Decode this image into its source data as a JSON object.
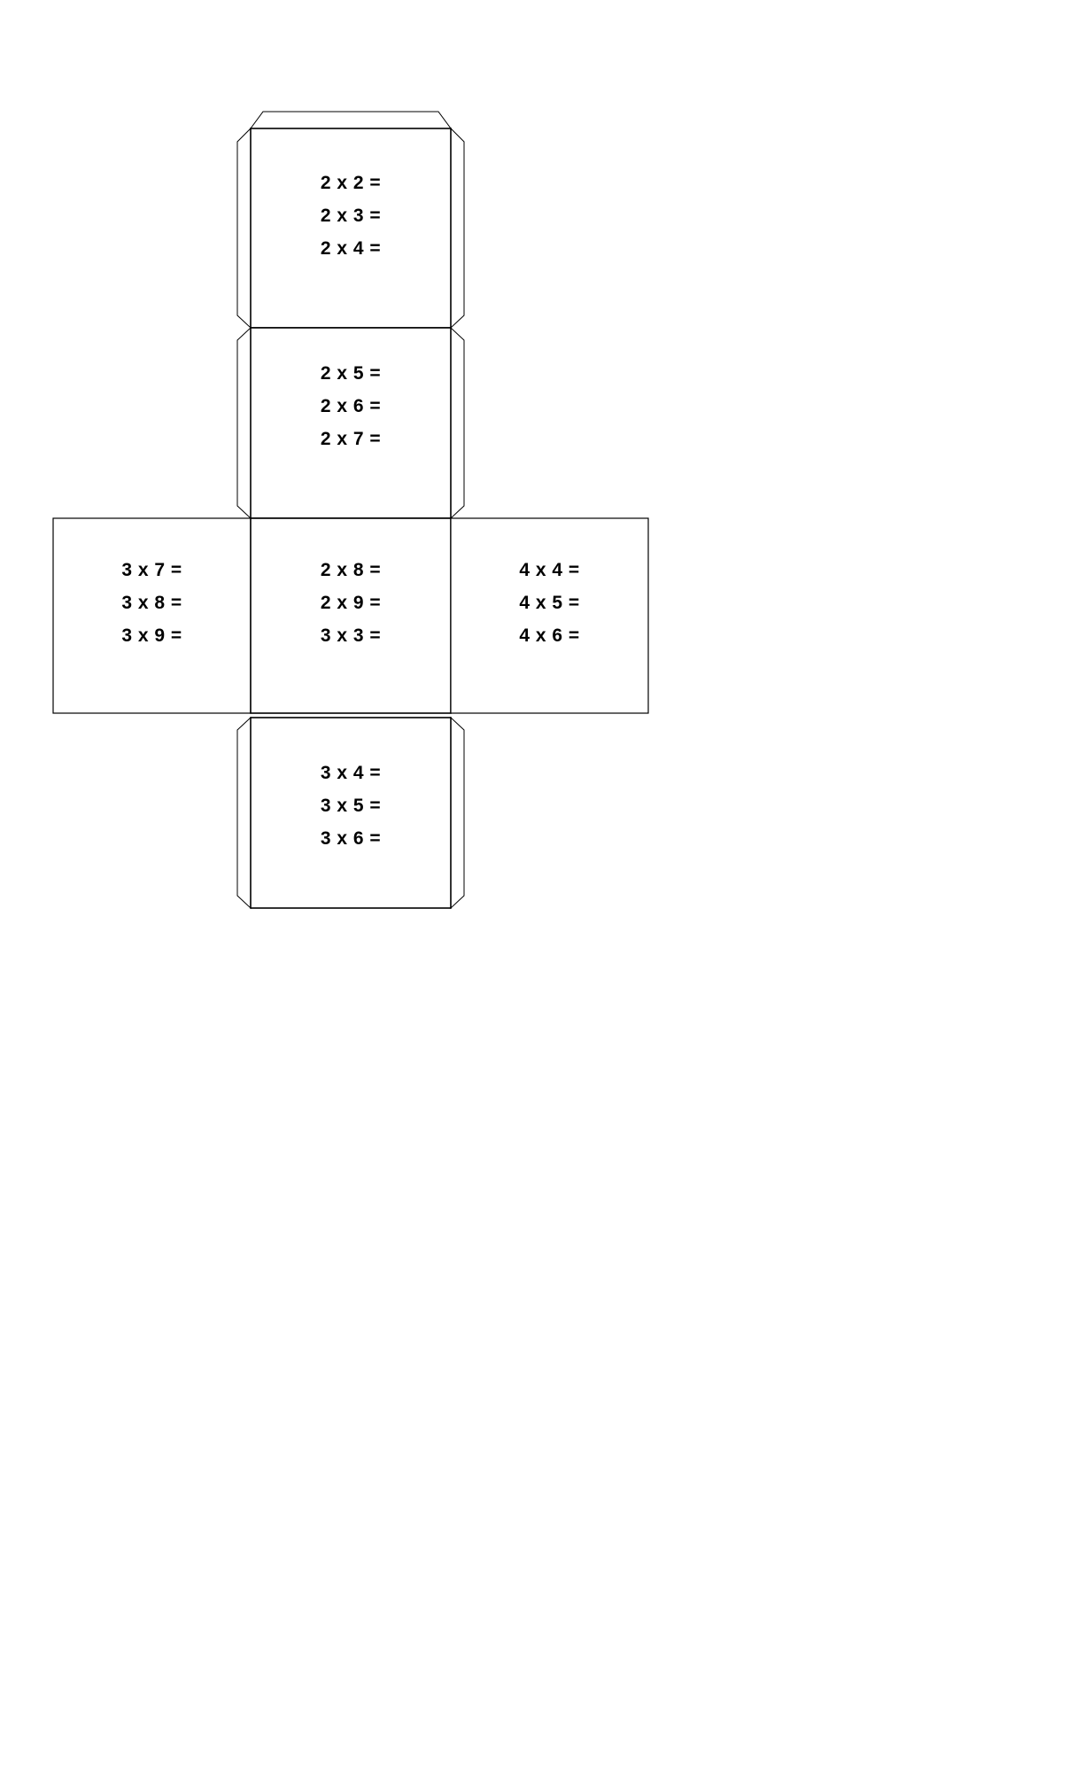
{
  "document": {
    "kind": "cube-net-worksheet",
    "page_background": "#ffffff",
    "line_color": "#000000",
    "text_color": "#000000"
  },
  "net": {
    "faces": [
      {
        "id": "top",
        "name": "face-top",
        "position": "column-top",
        "lines": [
          "2 x 2 =",
          "2 x 3 =",
          "2 x 4 ="
        ]
      },
      {
        "id": "upper",
        "name": "face-upper",
        "position": "column-second",
        "lines": [
          "2 x 5 =",
          "2 x 6 =",
          "2 x 7 ="
        ]
      },
      {
        "id": "left",
        "name": "face-left",
        "position": "row-left",
        "lines": [
          "3 x 7 =",
          "3 x 8 =",
          "3 x 9 ="
        ]
      },
      {
        "id": "center",
        "name": "face-center",
        "position": "row-center",
        "lines": [
          "2 x 8 =",
          "2 x 9 =",
          "3 x 3 ="
        ]
      },
      {
        "id": "right",
        "name": "face-right",
        "position": "row-right",
        "lines": [
          "4 x 4 =",
          "4 x 5 =",
          "4 x 6 ="
        ]
      },
      {
        "id": "bottom",
        "name": "face-bottom",
        "position": "column-bottom",
        "lines": [
          "3 x 4 =",
          "3 x 5 =",
          "3 x 6 ="
        ]
      }
    ],
    "tabs": [
      {
        "id": "tab-top",
        "name": "glue-tab-top"
      },
      {
        "id": "tab-top-left",
        "name": "glue-tab-top-left"
      },
      {
        "id": "tab-top-right",
        "name": "glue-tab-top-right"
      },
      {
        "id": "tab-upper-left",
        "name": "glue-tab-upper-left"
      },
      {
        "id": "tab-upper-right",
        "name": "glue-tab-upper-right"
      },
      {
        "id": "tab-bottom-left",
        "name": "glue-tab-bottom-left"
      },
      {
        "id": "tab-bottom-right",
        "name": "glue-tab-bottom-right"
      }
    ]
  }
}
